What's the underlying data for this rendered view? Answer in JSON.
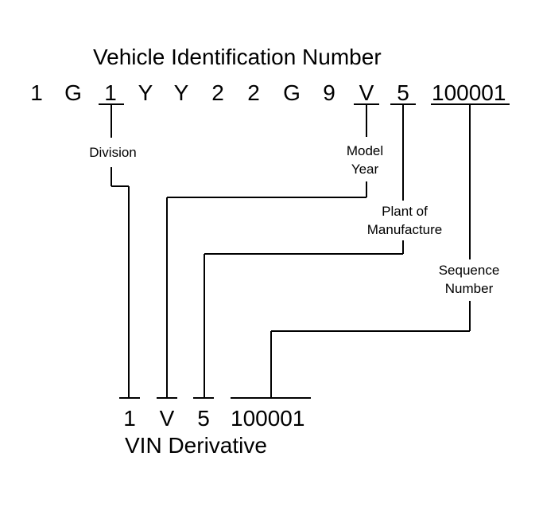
{
  "title": "Vehicle Identification Number",
  "vin": {
    "chars": [
      "1",
      "G",
      "1",
      "Y",
      "Y",
      "2",
      "2",
      "G",
      "9",
      "V",
      "5"
    ],
    "sequence": "100001"
  },
  "labels": {
    "division": "Division",
    "model_year": [
      "Model",
      "Year"
    ],
    "plant": [
      "Plant of",
      "Manufacture"
    ],
    "sequence_number": [
      "Sequence",
      "Number"
    ]
  },
  "derivative": {
    "chars": [
      "1",
      "V",
      "5"
    ],
    "sequence": "100001",
    "title": "VIN Derivative"
  }
}
